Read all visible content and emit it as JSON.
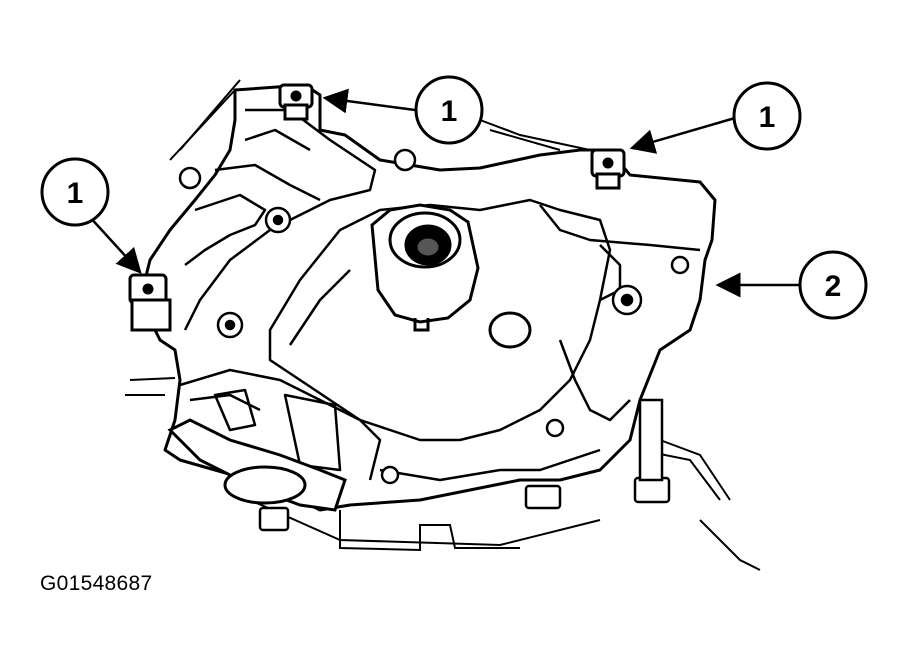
{
  "figure_id": "G01548687",
  "callouts": [
    {
      "id": "c1",
      "label": "1"
    },
    {
      "id": "c2",
      "label": "1"
    },
    {
      "id": "c3",
      "label": "1"
    },
    {
      "id": "c4",
      "label": "2"
    }
  ],
  "colors": {
    "line": "#000000",
    "background": "#ffffff"
  }
}
